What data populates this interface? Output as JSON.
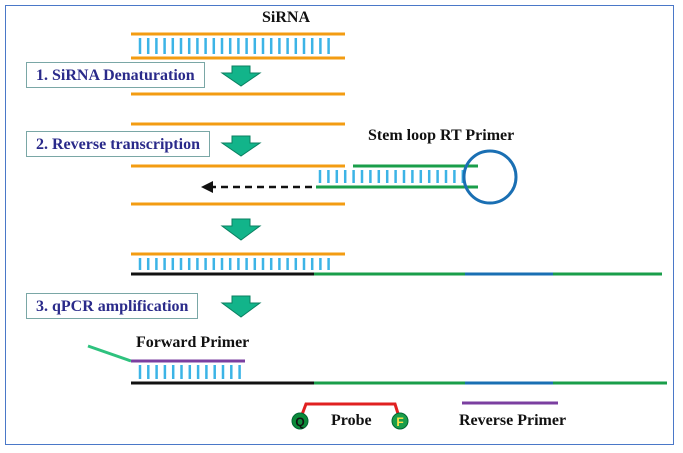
{
  "title": "SiRNA",
  "steps": {
    "step1": "1. SiRNA Denaturation",
    "step2": "2. Reverse transcription",
    "step3": "3. qPCR amplification"
  },
  "labels": {
    "stem_loop_primer": "Stem loop RT Primer",
    "forward_primer": "Forward Primer",
    "probe": "Probe",
    "reverse_primer": "Reverse Primer",
    "quencher": "Q",
    "fluorophore": "F"
  },
  "colors": {
    "sirna_strand": "#f39c12",
    "base_pairs": "#3cb4e6",
    "rt_primer": "#1a9e4a",
    "loop": "#1a6fb3",
    "cdna": "#111111",
    "reverse_primer": "#7b3fa0",
    "forward_tail": "#2ec27e",
    "probe_line": "#e02020",
    "arrow": "#12b48a"
  }
}
